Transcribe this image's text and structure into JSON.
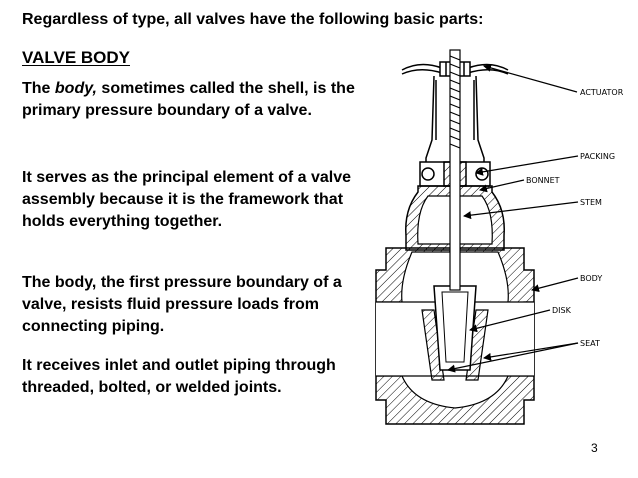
{
  "heading": "Regardless of type, all valves have the following basic parts:",
  "section_title": "VALVE BODY",
  "paragraphs": {
    "p1_before": "The ",
    "p1_em": "body,",
    "p1_after": " sometimes called the shell, is the primary pressure boundary of a valve.",
    "p2": "It serves as the principal element of a valve assembly because it is the framework that holds everything together.",
    "p3": "The body, the first pressure boundary of a valve, resists fluid pressure loads from connecting piping.",
    "p4": "It receives inlet and outlet piping through threaded, bolted, or welded joints."
  },
  "diagram": {
    "labels": {
      "actuator": "ACTUATOR",
      "packing": "PACKING",
      "bonnet": "BONNET",
      "stem": "STEM",
      "body": "BODY",
      "disk": "DISK",
      "seat": "SEAT"
    }
  },
  "page_number": "3"
}
